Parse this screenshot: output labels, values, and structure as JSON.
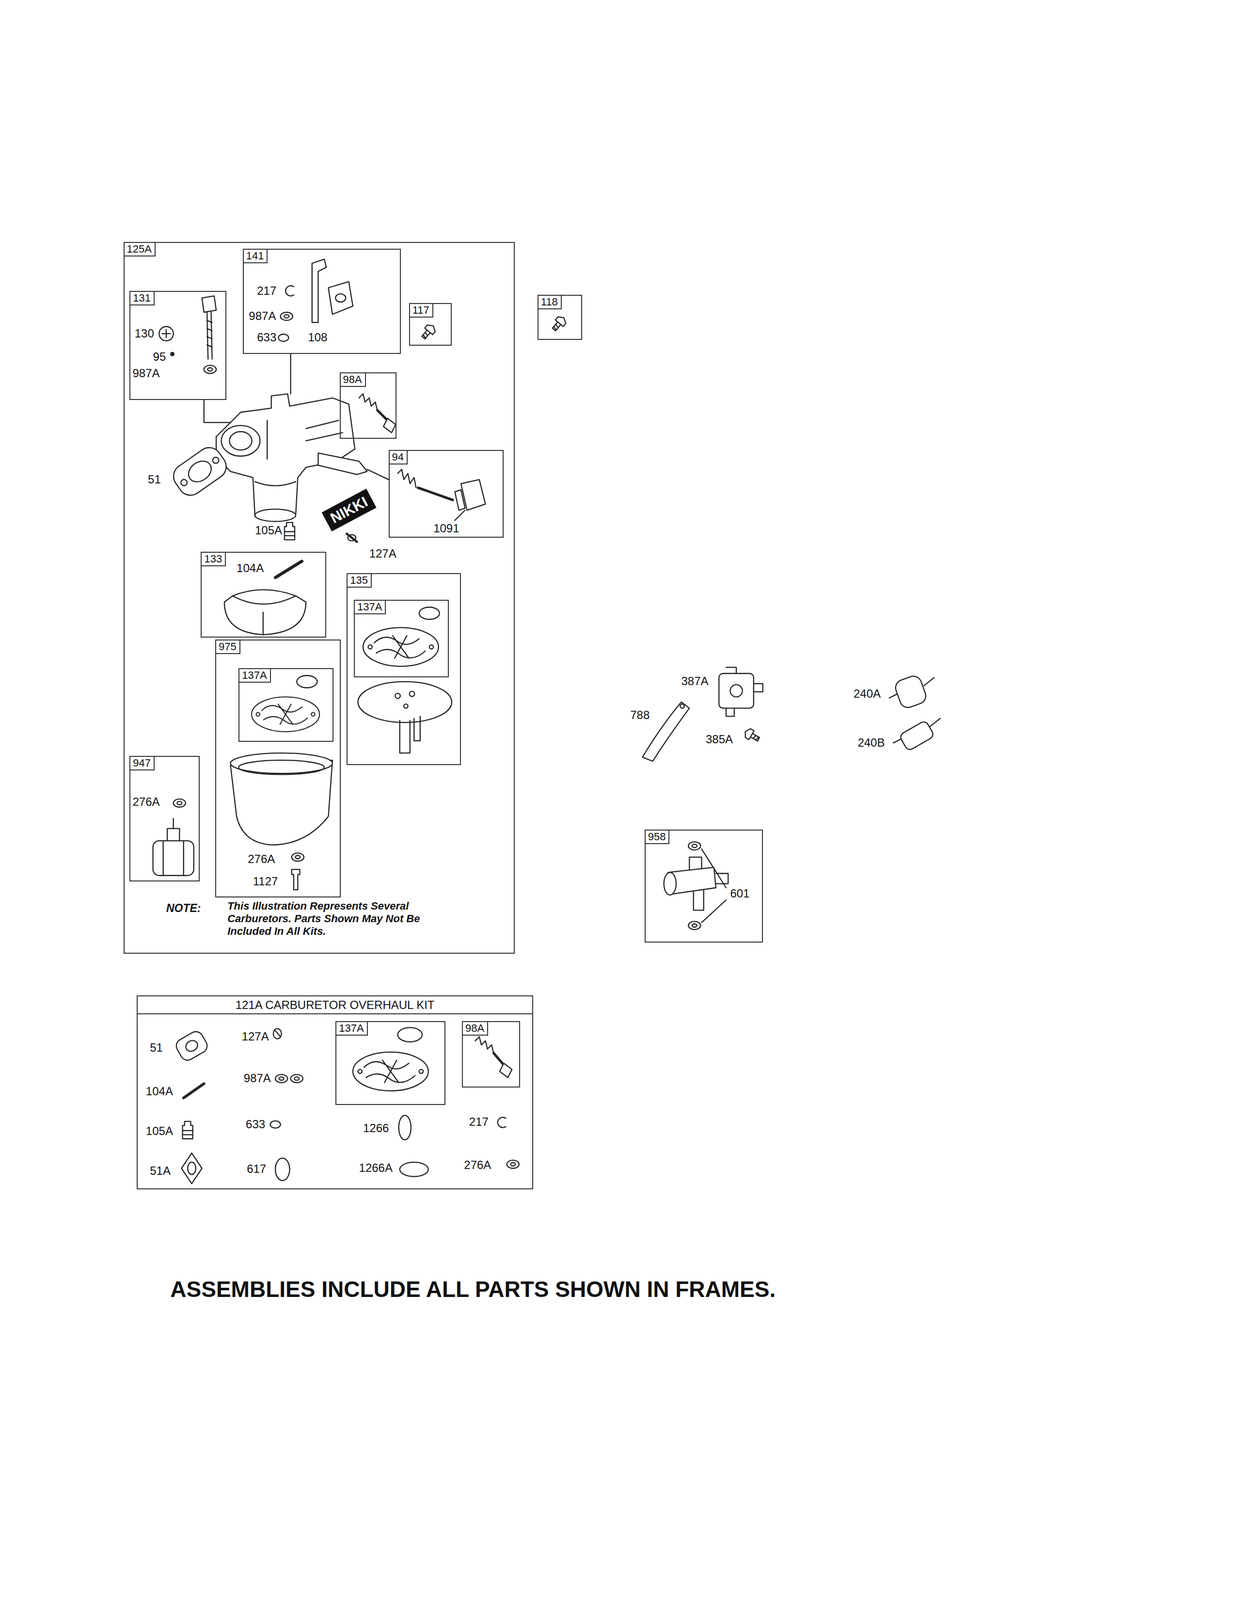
{
  "diagram": {
    "caption": "ASSEMBLIES INCLUDE ALL PARTS SHOWN IN FRAMES.",
    "nodes": [
      {
        "text": [
          "125A",
          "51",
          "105A",
          "NIKKI",
          "127A",
          "NOTE:",
          "This Illustration Represents Several Carburetors. Parts Shown May Not Be Included In All Kits."
        ]
      },
      {
        "text": [
          "141",
          "217",
          "987A",
          "633",
          "108"
        ],
        "in": 0
      },
      {
        "text": [
          "131",
          "130",
          "95",
          "987A"
        ],
        "in": 0
      },
      {
        "text": [
          "117"
        ],
        "in": 0
      },
      {
        "text": [
          "118"
        ]
      },
      {
        "text": [
          "98A"
        ],
        "in": 0
      },
      {
        "text": [
          "94",
          "1091"
        ],
        "in": 0
      },
      {
        "text": [
          "133",
          "104A"
        ],
        "in": 0
      },
      {
        "text": [
          "135"
        ],
        "in": 0
      },
      {
        "text": [
          "137A"
        ],
        "in": 8
      },
      {
        "text": [
          "975",
          "276A",
          "1127"
        ],
        "in": 0
      },
      {
        "text": [
          "137A"
        ],
        "in": 10
      },
      {
        "text": [
          "947",
          "276A"
        ],
        "in": 0
      },
      {
        "text": [
          "958",
          "601"
        ]
      },
      {
        "text": [
          "121A CARBURETOR OVERHAUL KIT",
          "51",
          "127A",
          "104A",
          "987A",
          "105A",
          "633",
          "1266",
          "217",
          "51A",
          "617",
          "1266A",
          "276A"
        ]
      },
      {
        "text": [
          "137A"
        ],
        "in": 14
      },
      {
        "text": [
          "98A"
        ],
        "in": 14
      }
    ],
    "labels": [
      "788",
      "387A",
      "385A",
      "240A",
      "240B"
    ]
  }
}
